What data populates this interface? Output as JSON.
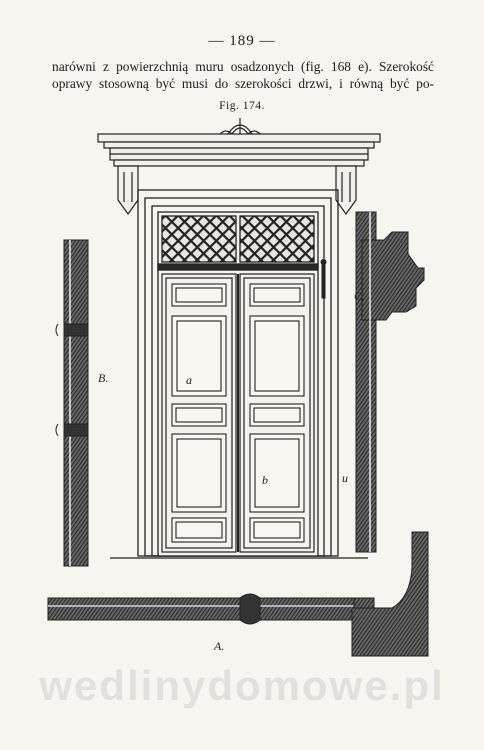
{
  "page": {
    "number": "— 189 —",
    "text_lines": [
      "narówni z powierzchnią muru osadzonych (fig. 168 e). Szerokość",
      "oprawy stosowną być musi do szerokości drzwi, i równą być po-"
    ],
    "figure_caption": "Fig. 174.",
    "figure_labels": {
      "b_label": "B.",
      "c_label": "C.",
      "a_label": "A.",
      "u_label": "u",
      "panel_left_mark": "a",
      "panel_right_mark": "b"
    },
    "watermark": "wedlinydomowe.pl"
  }
}
